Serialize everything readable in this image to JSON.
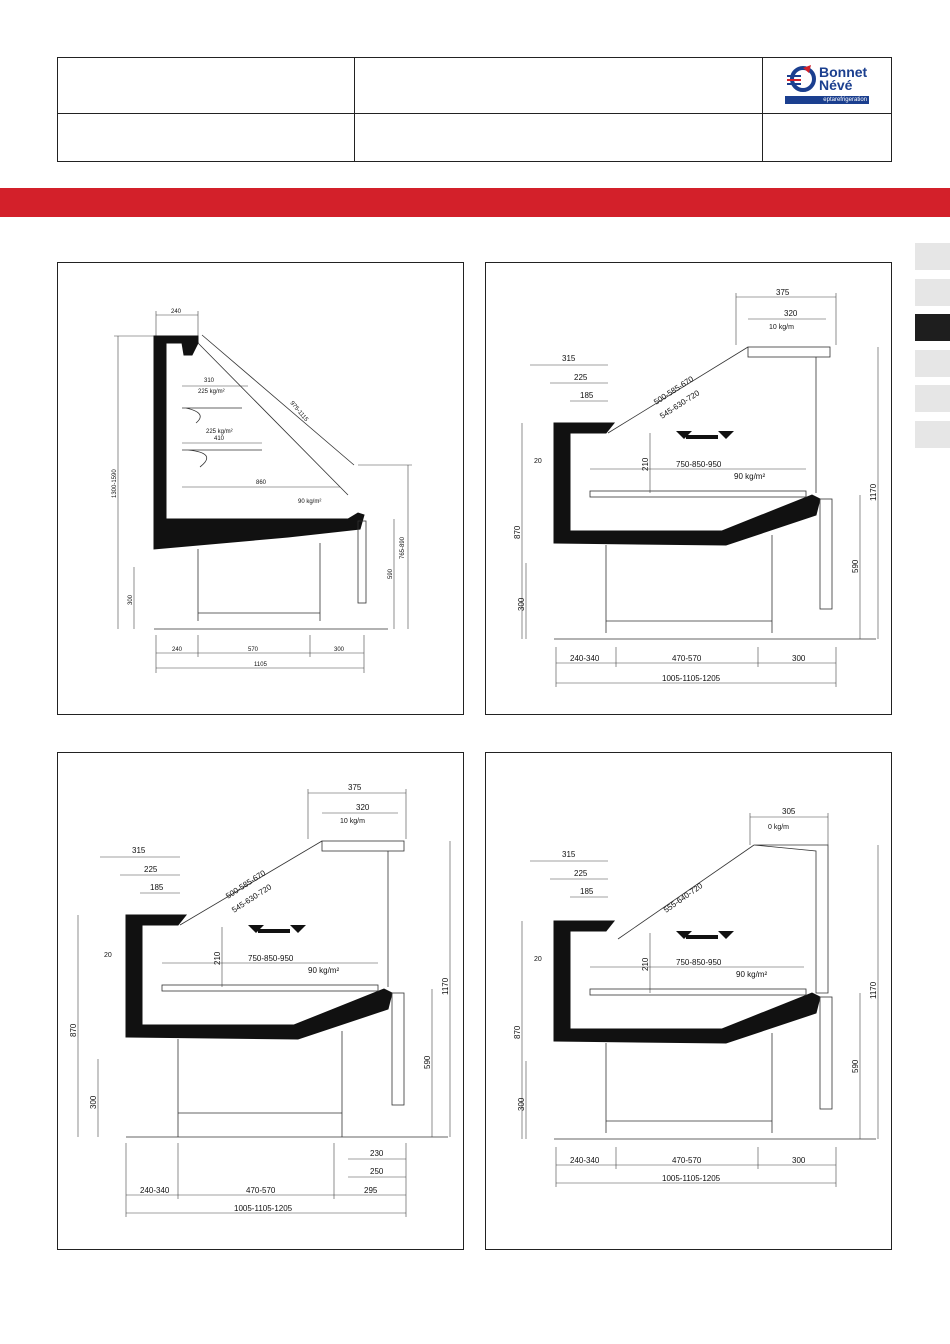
{
  "brand": {
    "name_line1": "Bonnet",
    "name_line2": "Névé",
    "tagline": "eptarefrigeration"
  },
  "colors": {
    "accent_red": "#d3202a",
    "brand_blue": "#1b3f8f",
    "tab_active": "#1e1e1e",
    "tab_inactive": "#e6e6e6"
  },
  "side_tabs": {
    "count": 6,
    "active_index": 2
  },
  "drawings": [
    {
      "dims": {
        "top_width": "240",
        "shelf1": "310",
        "load1": "225 kg/m²",
        "shelf2": "410",
        "load2": "225 kg/m²",
        "deck": "860",
        "deck_load": "90 kg/m²",
        "glass": "975-1115",
        "height_left": "1300-1590",
        "height_right": "765-890",
        "mid_height": "590",
        "base_height": "300",
        "bottom_left": "240",
        "bottom_mid": "570",
        "bottom_right": "300",
        "total": "1105"
      }
    },
    {
      "dims": {
        "top_375": "375",
        "top_320": "320",
        "top_load": "10 kg/m",
        "d315": "315",
        "d225": "225",
        "d185": "185",
        "glass1": "500-585-670",
        "glass2": "545-630-720",
        "d20": "20",
        "d210": "210",
        "deck": "750-850-950",
        "deck_load": "90 kg/m²",
        "h870": "870",
        "h1170": "1170",
        "h590": "590",
        "h300": "300",
        "bottom_left": "240-340",
        "bottom_mid": "470-570",
        "bottom_right": "300",
        "total": "1005-1105-1205"
      }
    },
    {
      "dims": {
        "top_375": "375",
        "top_320": "320",
        "top_load": "10 kg/m",
        "d315": "315",
        "d225": "225",
        "d185": "185",
        "glass1": "500-585-670",
        "glass2": "545-630-720",
        "d20": "20",
        "d210": "210",
        "deck": "750-850-950",
        "deck_load": "90 kg/m²",
        "h870": "870",
        "h1170": "1170",
        "h590": "590",
        "h300": "300",
        "d230": "230",
        "d250": "250",
        "bottom_left": "240-340",
        "bottom_mid": "470-570",
        "bottom_right": "295",
        "total": "1005-1105-1205"
      }
    },
    {
      "dims": {
        "top_305": "305",
        "top_load": "0 kg/m",
        "d315": "315",
        "d225": "225",
        "d185": "185",
        "glass": "555-640-720",
        "d20": "20",
        "d210": "210",
        "deck": "750-850-950",
        "deck_load": "90 kg/m²",
        "h870": "870",
        "h1170": "1170",
        "h590": "590",
        "h300": "300",
        "bottom_left": "240-340",
        "bottom_mid": "470-570",
        "bottom_right": "300",
        "total": "1005-1105-1205"
      }
    }
  ]
}
